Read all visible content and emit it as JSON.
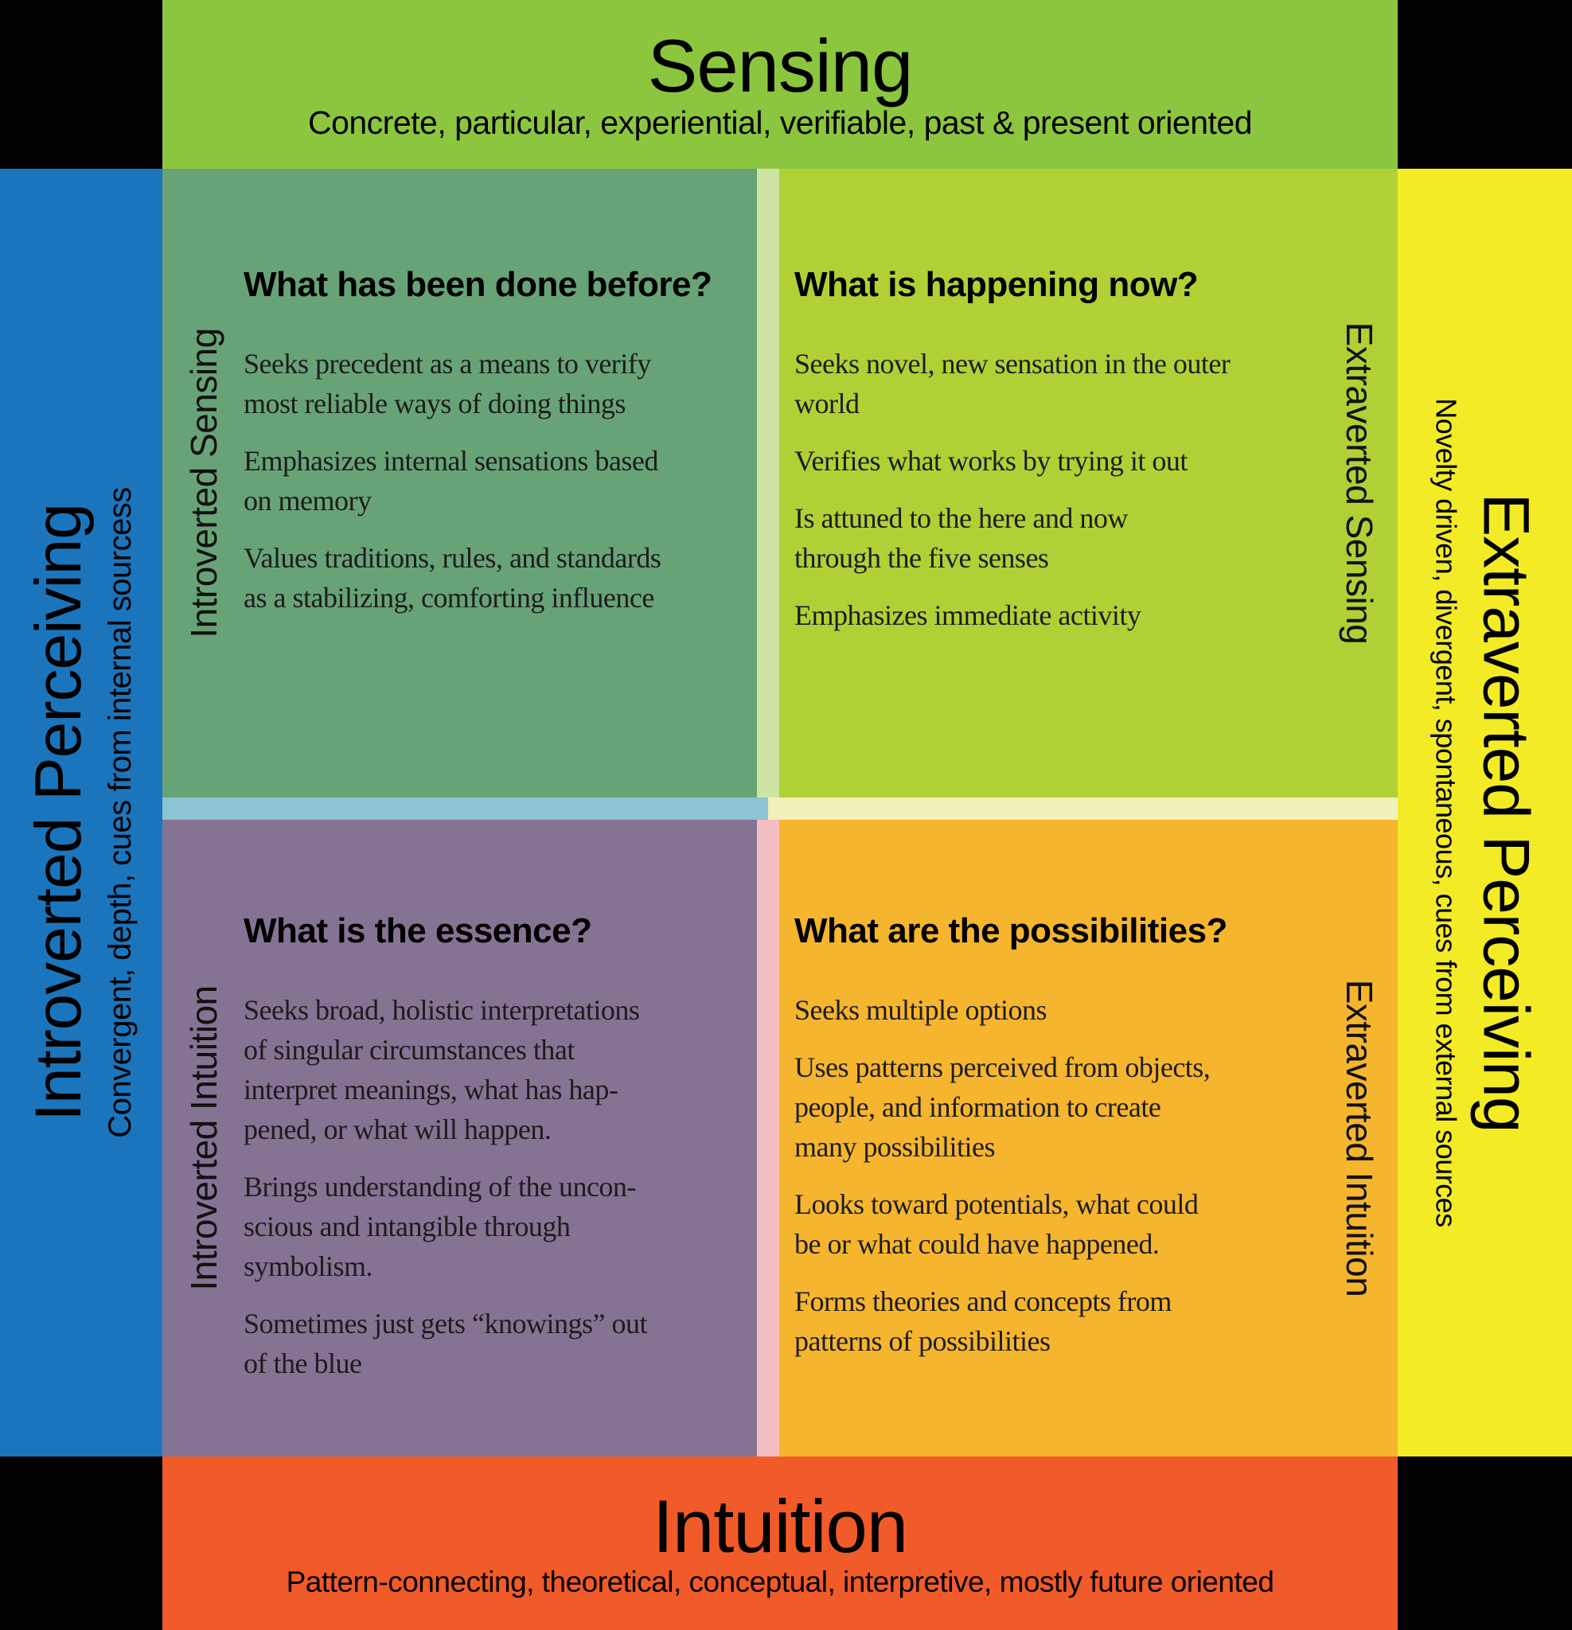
{
  "bands": {
    "top": {
      "title": "Sensing",
      "subtitle": "Concrete, particular, experiential, verifiable, past & present oriented",
      "color": "#8cc63e"
    },
    "bottom": {
      "title": "Intuition",
      "subtitle": "Pattern-connecting, theoretical, conceptual, interpretive, mostly future oriented",
      "color": "#f15a29"
    },
    "left": {
      "title": "Introverted Perceiving",
      "subtitle": "Convergent, depth, cues from internal sourcess",
      "color": "#1b75bc"
    },
    "right": {
      "title": "Extraverted Perceiving",
      "subtitle": "Novelty driven, divergent, spontaneous, cues from external sources",
      "color": "#f3eb25"
    }
  },
  "quadrants": {
    "is": {
      "side_label": "Introverted Sensing",
      "question": "What has been done before?",
      "color": "#68a377",
      "bullets": [
        "Seeks precedent as a means to verify\nmost reliable ways of doing things",
        "Emphasizes internal sensations based\non memory",
        "Values traditions, rules, and standards\nas a stabilizing, comforting influence"
      ]
    },
    "es": {
      "side_label": "Extraverted Sensing",
      "question": "What is happening now?",
      "color": "#afd136",
      "bullets": [
        "Seeks novel, new sensation in the outer\nworld",
        "Verifies what works by trying it out",
        "Is attuned to the here and now\nthrough the five senses",
        "Emphasizes immediate activity"
      ]
    },
    "ni": {
      "side_label": "Introverted Intuition",
      "question": "What is the essence?",
      "color": "#857394",
      "bullets": [
        "Seeks broad, holistic interpretations\nof singular circumstances that\ninterpret meanings, what has hap-\npened, or what will happen.",
        "Brings understanding of the uncon-\nscious and intangible through\nsymbolism.",
        "Sometimes just gets “knowings” out\nof the blue"
      ]
    },
    "ne": {
      "side_label": "Extraverted Intuition",
      "question": "What are the possibilities?",
      "color": "#f6b52f",
      "bullets": [
        "Seeks multiple options",
        "Uses patterns perceived from objects,\npeople, and information to create\nmany possibilities",
        "Looks toward potentials, what could\nbe or what could have happened.",
        "Forms theories and concepts from\npatterns of possibilities"
      ]
    }
  },
  "dividers": {
    "top": "#cfe3a5",
    "left": "#8cc4d4",
    "right": "#f2f0bb",
    "bottom": "#f3bec4"
  },
  "corner_color": "#000000"
}
